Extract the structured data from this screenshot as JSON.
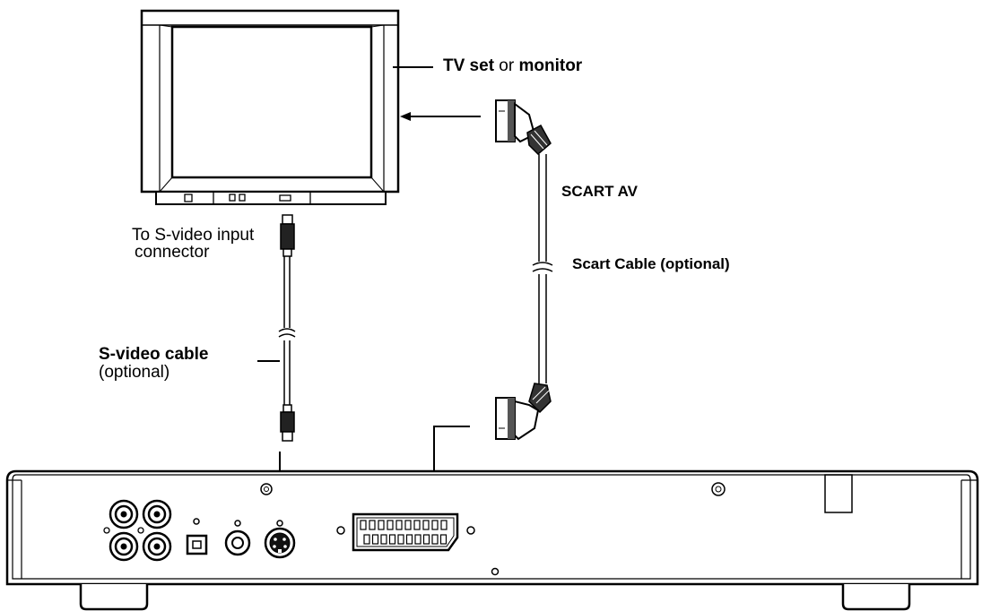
{
  "labels": {
    "tv_set": "TV set",
    "tv_or": " or ",
    "tv_monitor": "monitor",
    "scart_av": "SCART AV",
    "scart_cable": "Scart Cable (optional)",
    "svideo_input_line1": "To S-video input",
    "svideo_input_line2": "connector",
    "svideo_cable": "S-video cable",
    "svideo_optional": "(optional)"
  }
}
